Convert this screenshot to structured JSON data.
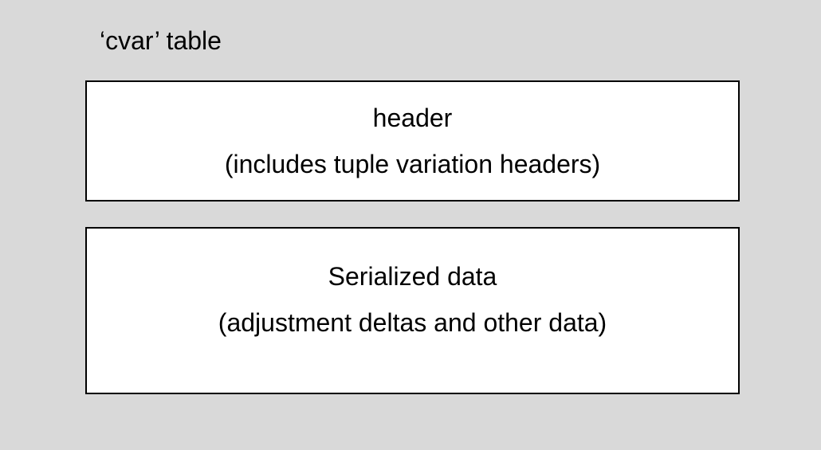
{
  "title": "‘cvar’ table",
  "colors": {
    "background": "#d9d9d9",
    "box_fill": "#ffffff",
    "box_border": "#000000",
    "text": "#000000"
  },
  "boxes": [
    {
      "name": "header",
      "line1": "header",
      "line2": "(includes tuple variation headers)"
    },
    {
      "name": "serialized-data",
      "line1": "Serialized data",
      "line2": "(adjustment deltas and other data)"
    }
  ]
}
